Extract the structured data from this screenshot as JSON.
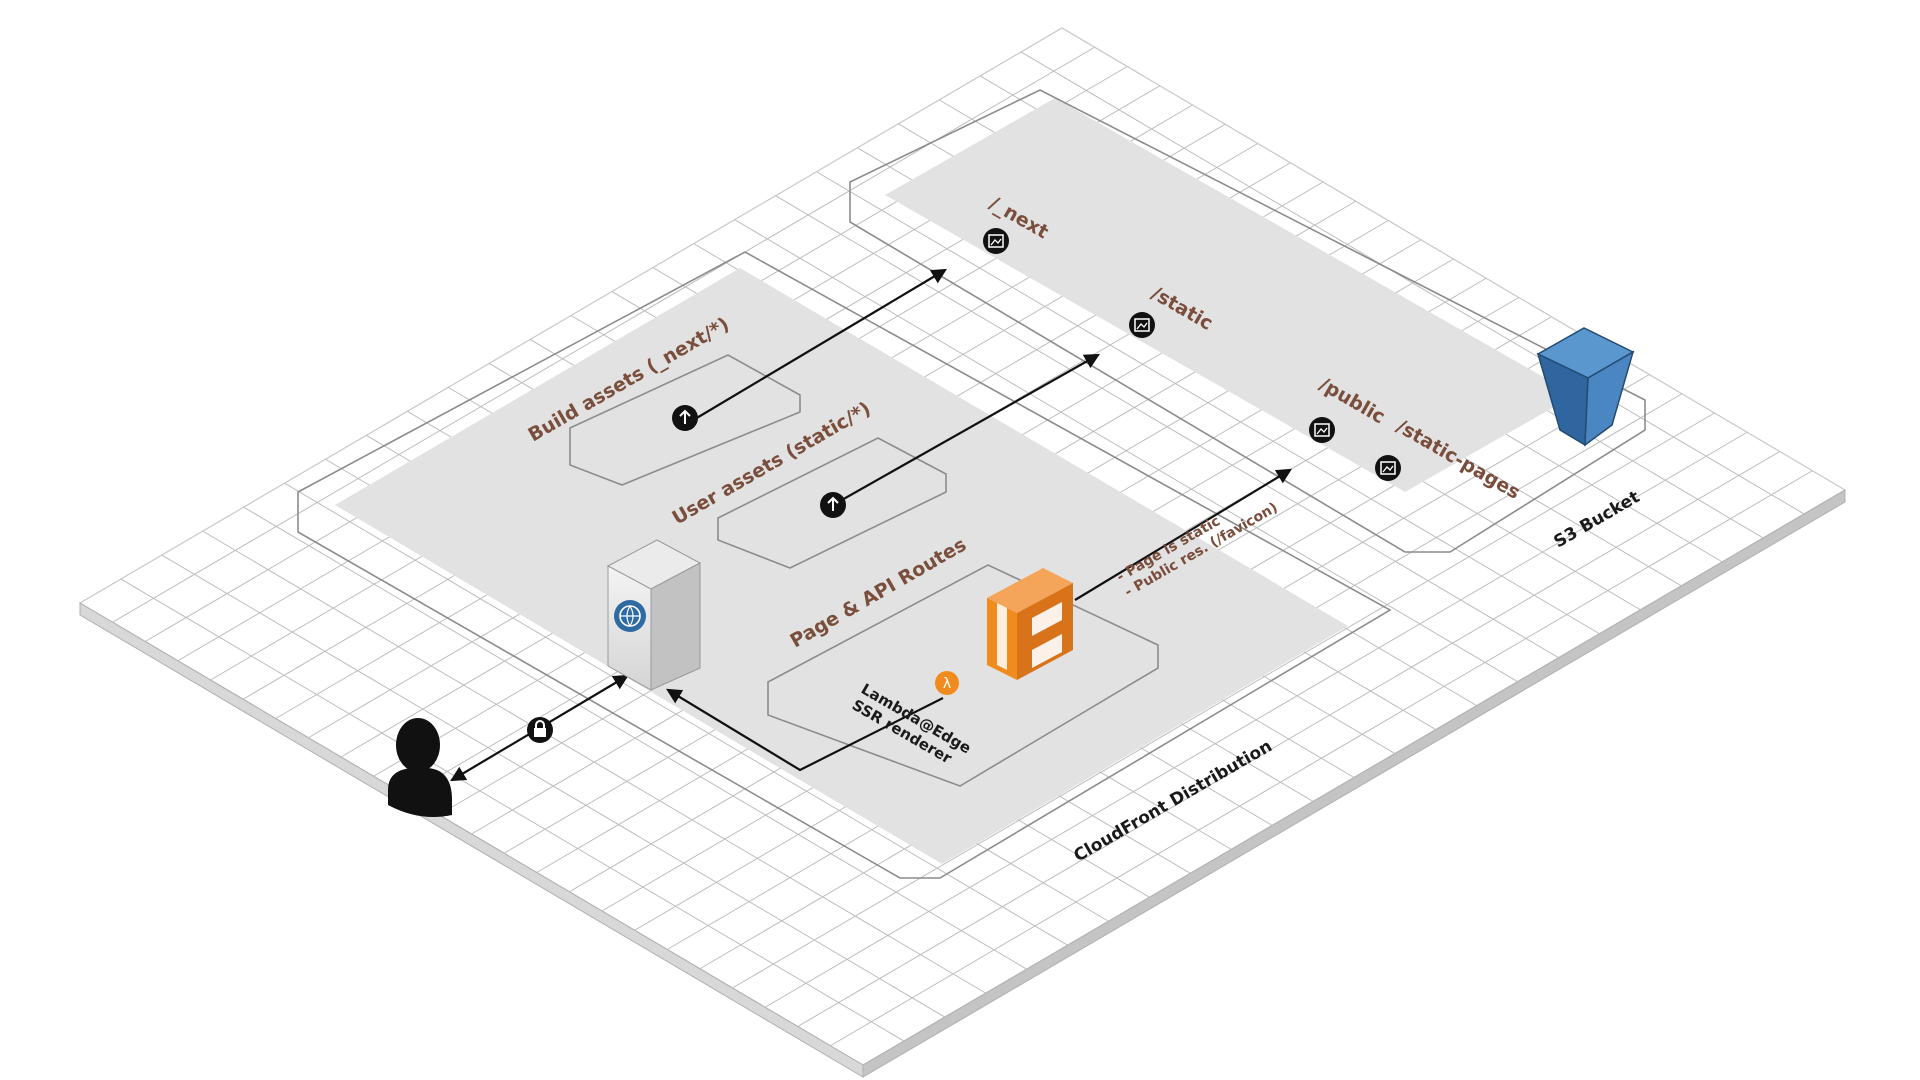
{
  "labels": {
    "build_assets": "Build assets (_next/*)",
    "user_assets": "User assets (static/*)",
    "page_api_routes": "Page & API Routes",
    "lambda_line1": "Lambda@Edge",
    "lambda_line2": "SSR renderer",
    "static_cond_line1": "- Page is static",
    "static_cond_line2": "- Public res. (/favicon)",
    "cloudfront": "CloudFront Distribution",
    "s3_bucket": "S3 Bucket",
    "s3_next": "/_next",
    "s3_static": "/static",
    "s3_public": "/public",
    "s3_static_pages": "/static-pages"
  },
  "icons": {
    "user": "user-icon",
    "lock": "lock-icon",
    "cloudfront": "cloudfront-server-icon",
    "lambda_function": "lambda-icon",
    "lambda_badge": "lambda-badge-icon",
    "s3": "s3-bucket-icon",
    "upload": "upload-arrow-icon",
    "image": "image-icon"
  },
  "colors": {
    "label_brown": "#7a4e3c",
    "lambda_orange": "#f08c1e",
    "s3_blue": "#3b76b0",
    "zone_fill": "#e2e2e2"
  }
}
